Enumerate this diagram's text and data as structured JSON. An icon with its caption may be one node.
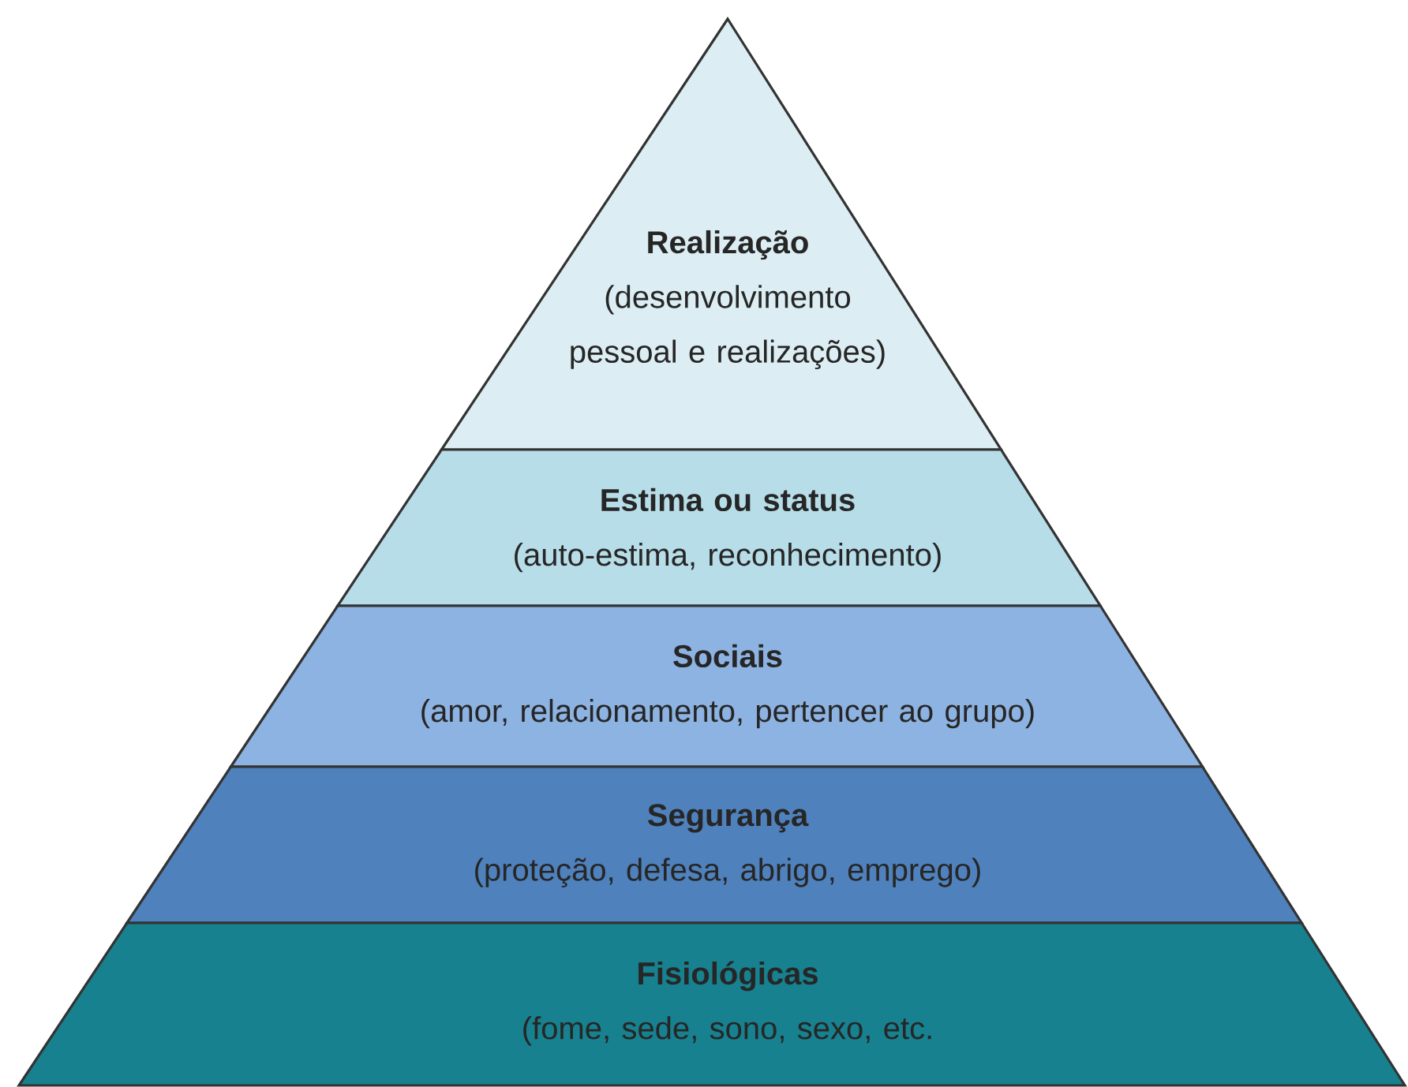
{
  "diagram": {
    "nodes": [
      {
        "text": [
          "Realização",
          "(desenvolvimento pessoal e realizações)"
        ]
      },
      {
        "text": [
          "Estima ou status",
          "(auto-estima, reconhecimento)"
        ]
      },
      {
        "text": [
          "Sociais",
          "(amor, relacionamento, pertencer ao grupo)"
        ]
      },
      {
        "text": [
          "Segurança",
          "(proteção, defesa, abrigo, emprego)"
        ]
      },
      {
        "text": [
          "Fisiológicas",
          "(fome, sede, sono, sexo, etc."
        ]
      }
    ]
  }
}
